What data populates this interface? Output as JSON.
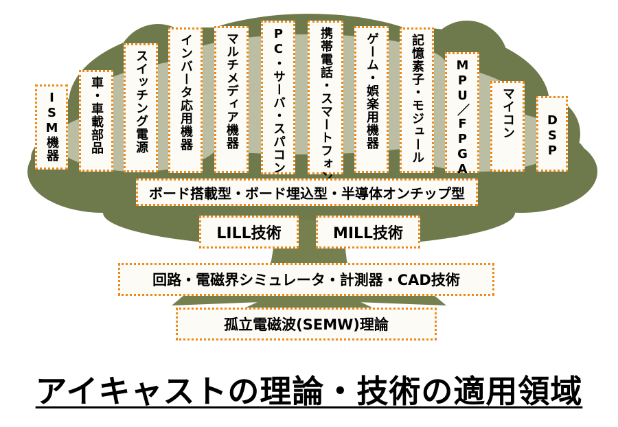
{
  "categories": [
    "ISM機器",
    "車・車載部品",
    "スイッチング電源",
    "インバータ応用機器",
    "マルチメディア機器",
    "PC・サーバ・スパコン",
    "携帯電話・スマートフォン",
    "ゲーム・娯楽用機器",
    "記憶素子・モジュール",
    "MPU／FPGA",
    "マイコン",
    "DSP"
  ],
  "layers": {
    "mounting": "ボード搭載型・ボード埋込型・半導体オンチップ型",
    "lill": "LILL技術",
    "mill": "MILL技術",
    "tools": "回路・電磁界シミュレータ・計測器・CAD技術",
    "theory": "孤立電磁波(SEMW)理論"
  },
  "title": "アイキャストの理論・技術の適用領域",
  "colors": {
    "border": "#ea8a1a",
    "foliage": "#6f7a4c",
    "foliage_light": "#c9cab2",
    "trunk": "#76804f"
  }
}
